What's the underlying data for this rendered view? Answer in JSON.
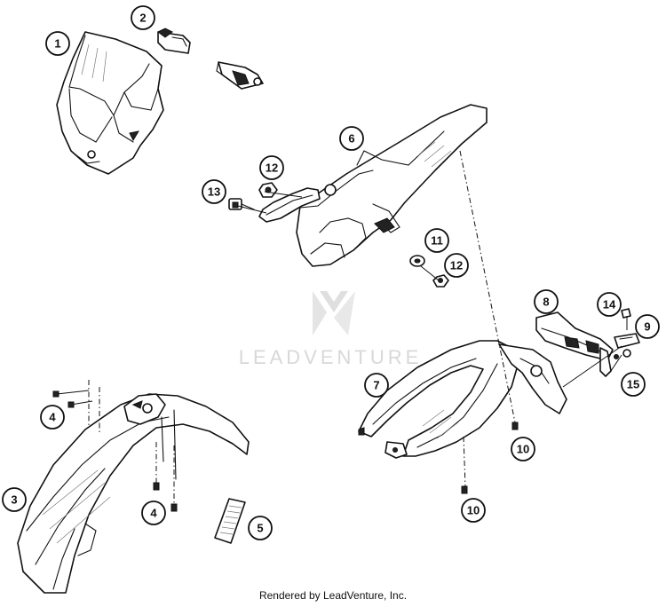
{
  "watermark": {
    "text": "LEADVENTURE"
  },
  "callouts": [
    {
      "id": "c1",
      "label": "1"
    },
    {
      "id": "c2",
      "label": "2"
    },
    {
      "id": "c3",
      "label": "3"
    },
    {
      "id": "c4a",
      "label": "4"
    },
    {
      "id": "c4b",
      "label": "4"
    },
    {
      "id": "c5",
      "label": "5"
    },
    {
      "id": "c6",
      "label": "6"
    },
    {
      "id": "c7",
      "label": "7"
    },
    {
      "id": "c8",
      "label": "8"
    },
    {
      "id": "c9",
      "label": "9"
    },
    {
      "id": "c10a",
      "label": "10"
    },
    {
      "id": "c10b",
      "label": "10"
    },
    {
      "id": "c11",
      "label": "11"
    },
    {
      "id": "c12a",
      "label": "12"
    },
    {
      "id": "c12b",
      "label": "12"
    },
    {
      "id": "c13",
      "label": "13"
    },
    {
      "id": "c14",
      "label": "14"
    },
    {
      "id": "c15",
      "label": "15"
    }
  ],
  "footer": {
    "text": "Rendered by LeadVenture, Inc."
  }
}
